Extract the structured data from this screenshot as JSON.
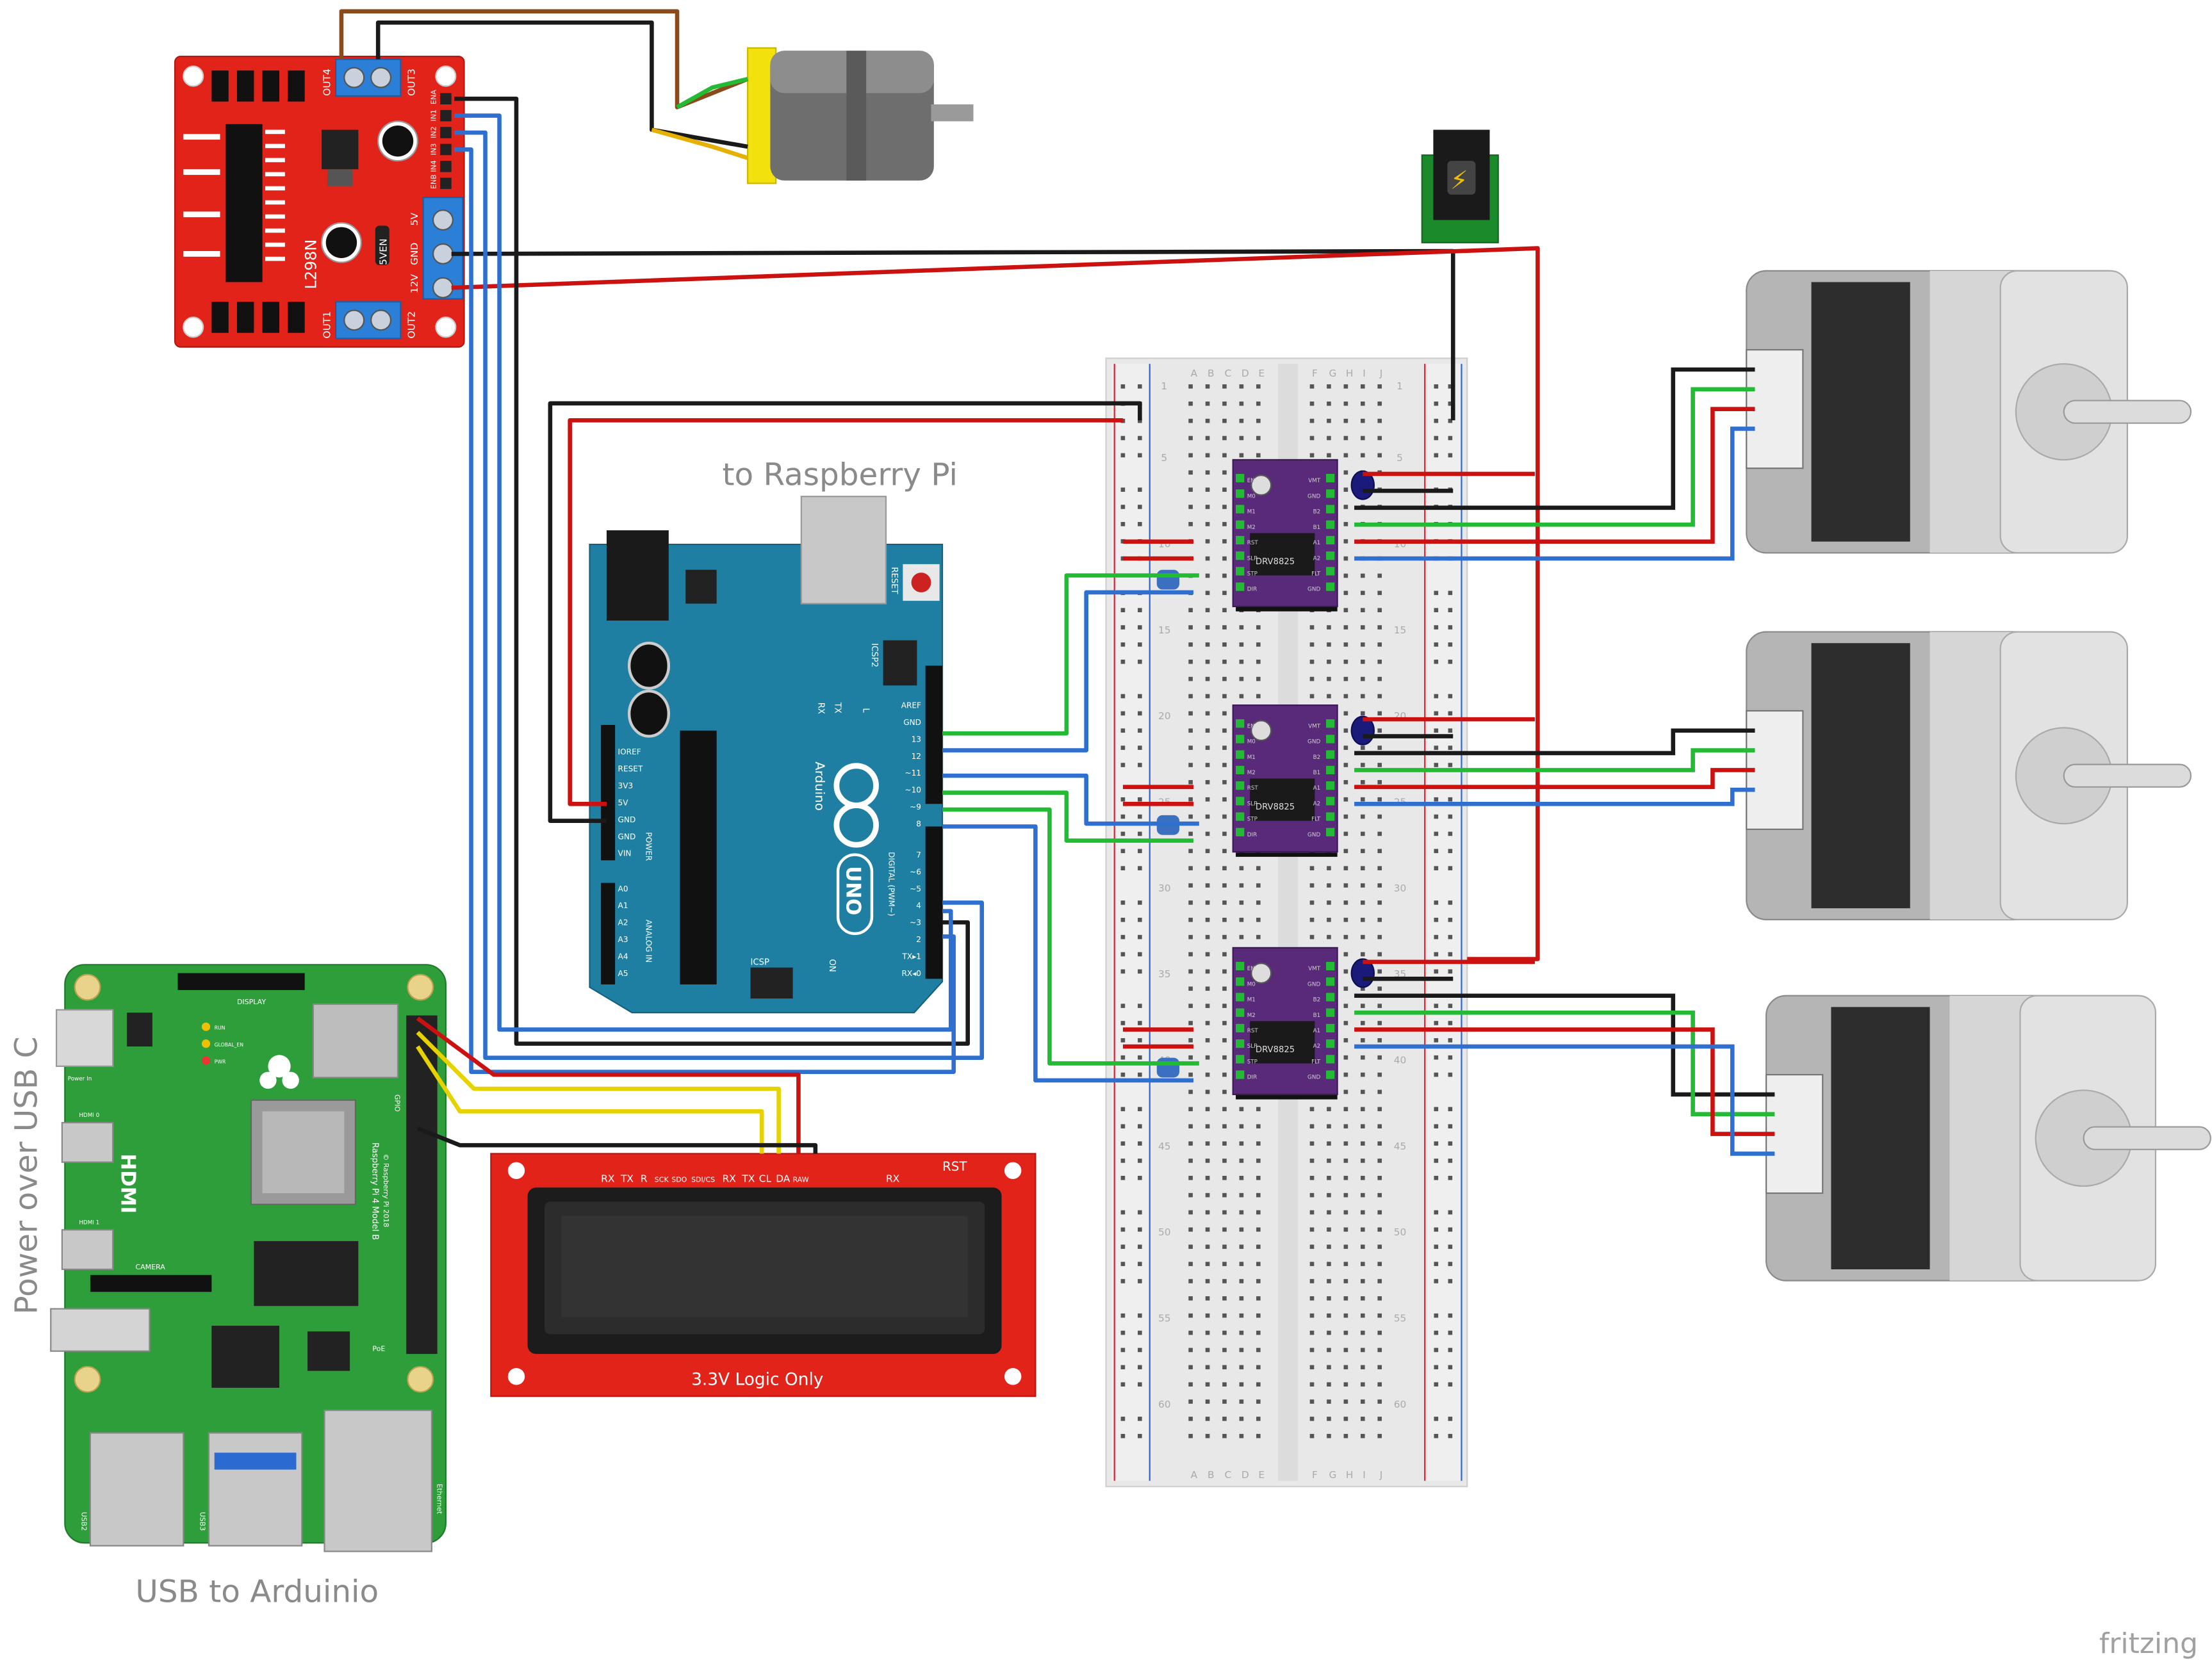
{
  "labels": {
    "to_pi": "to Raspberry Pi",
    "power": "Power over USB C",
    "usb": "USB to Arduinio",
    "brand": "fritzing"
  },
  "l298n": {
    "title": "L298N",
    "out1": "OUT1",
    "out2": "OUT2",
    "out3": "OUT3",
    "out4": "OUT4",
    "pins": [
      "12V",
      "GND",
      "5V"
    ],
    "jumper": "5VEN",
    "inputs": [
      "ENA",
      "IN1",
      "IN2",
      "IN3",
      "IN4",
      "ENB"
    ]
  },
  "arduino": {
    "name": "Arduino",
    "model": "UNO",
    "reset": "RESET",
    "icsp": "ICSP",
    "icsp2": "ICSP2",
    "tx": "TX",
    "rx": "RX",
    "l": "L",
    "on": "ON",
    "power_header": [
      "IOREF",
      "RESET",
      "3V3",
      "5V",
      "GND",
      "GND",
      "VIN"
    ],
    "power_title": "POWER",
    "analog_header": [
      "A0",
      "A1",
      "A2",
      "A3",
      "A4",
      "A5"
    ],
    "analog_title": "ANALOG IN",
    "digital_top": [
      "AREF",
      "GND",
      "13",
      "12",
      "~11",
      "~10",
      "~9",
      "8"
    ],
    "digital_bottom": [
      "7",
      "~6",
      "~5",
      "4",
      "~3",
      "2",
      "TX▸1",
      "RX◂0"
    ],
    "digital_title": "DIGITAL (PWM~)"
  },
  "raspberry_pi": {
    "model": "Raspberry Pi 4 Model B",
    "copyright": "© Raspberry Pi 2018",
    "hdmi": "HDMI",
    "display": "DISPLAY",
    "camera": "CAMERA",
    "hdmi0": "HDMI 0",
    "hdmi1": "HDMI 1",
    "power_in": "Power In",
    "usb2": "USB2",
    "usb3": "USB3",
    "ethernet": "Ethernet",
    "gpio": "GPIO",
    "poe": "PoE",
    "leds": [
      "RUN",
      "GLOBAL_EN",
      "PWR"
    ]
  },
  "lcd": {
    "pins": [
      "RX",
      "TX",
      "R",
      "SCK",
      "SDO",
      "SDI/CS",
      "RX",
      "TX",
      "CL",
      "DA",
      "RAW"
    ],
    "rst": "RST",
    "rx": "RX",
    "note": "3.3V Logic Only"
  },
  "drivers": {
    "label": "DRV8825",
    "left_pins": [
      "EN",
      "M0",
      "M1",
      "M2",
      "RST",
      "SLP",
      "STP",
      "DIR"
    ],
    "right_pins": [
      "VMT",
      "GND",
      "B2",
      "B1",
      "A1",
      "A2",
      "FLT",
      "GND"
    ]
  },
  "breadboard": {
    "cols_left": [
      "A",
      "B",
      "C",
      "D",
      "E"
    ],
    "cols_right": [
      "F",
      "G",
      "H",
      "I",
      "J"
    ],
    "row_numbers": [
      "1",
      "5",
      "10",
      "15",
      "20",
      "25",
      "30",
      "35",
      "40",
      "45",
      "50",
      "55",
      "60"
    ]
  },
  "colors": {
    "wire_red": "#cc1111",
    "wire_black": "#1a1a1a",
    "wire_blue": "#2f6fd0",
    "wire_green": "#22bb33",
    "wire_yellow": "#e6d200",
    "wire_brown": "#8a4a1a",
    "arduino_board": "#1f7fa3",
    "pi_board": "#2e9e3a",
    "l298n_board": "#e2231a",
    "lcd_board": "#e2231a",
    "driver_board": "#5a2a7a"
  }
}
